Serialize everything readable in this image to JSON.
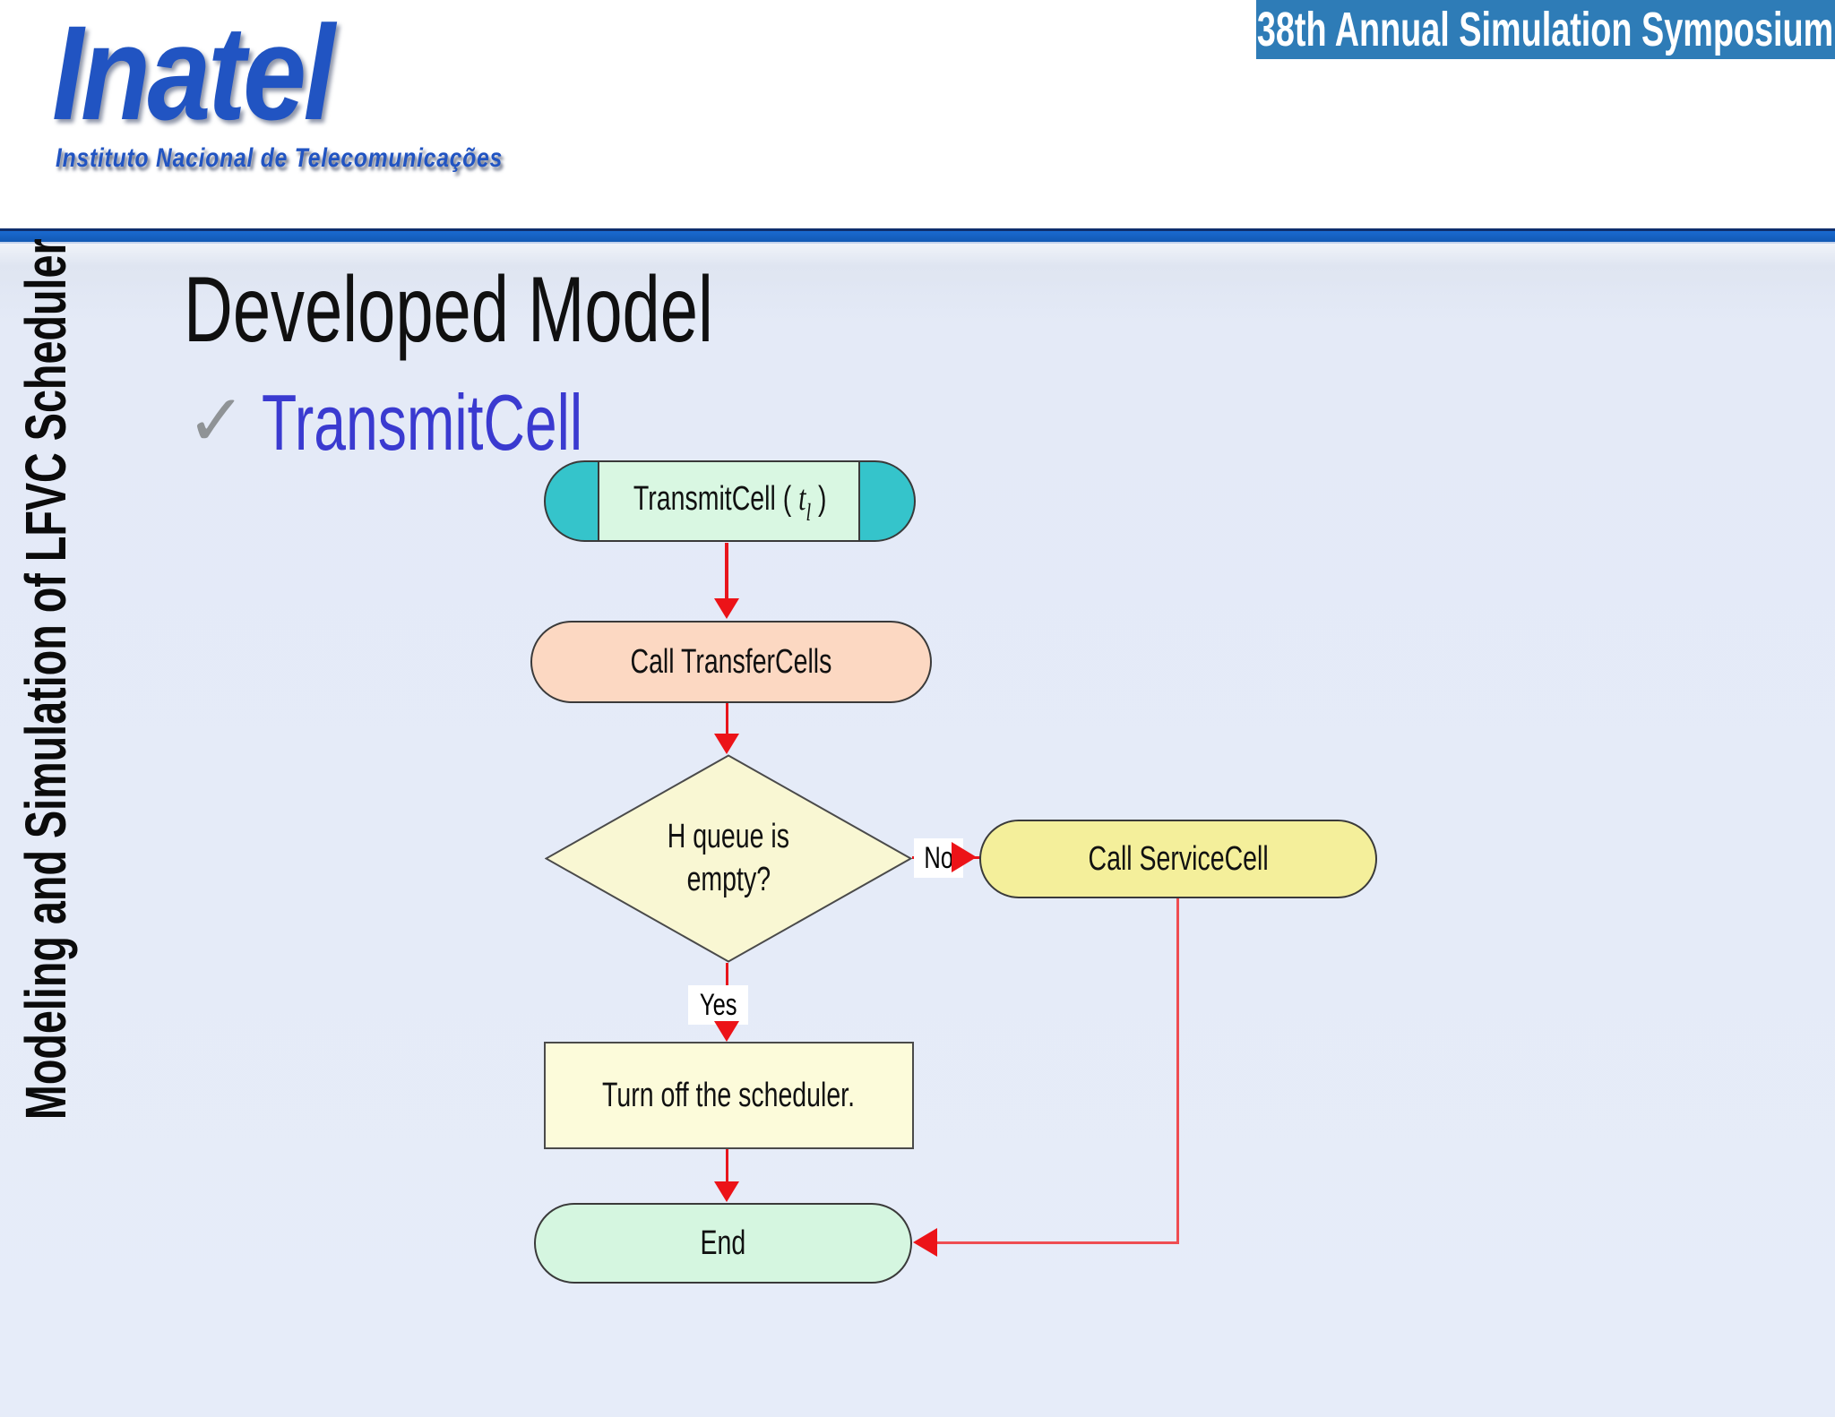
{
  "header": {
    "logo_title": "Inatel",
    "logo_subtitle": "Instituto Nacional de Telecomunicações",
    "banner_text": "38th Annual Simulation Symposium"
  },
  "sidebar": {
    "vertical_text": "Modeling and Simulation of LFVC Scheduler"
  },
  "slide": {
    "title": "Developed Model",
    "bullet_check": "✓",
    "bullet_label": "TransmitCell"
  },
  "flowchart": {
    "start_label_open": "TransmitCell (",
    "start_var": "t",
    "start_var_sub": "l",
    "start_label_close": ")",
    "transfer_label": "Call TransferCells",
    "decision_line1": "H queue is",
    "decision_line2": "empty?",
    "no_label": "No",
    "service_label": "Call ServiceCell",
    "yes_label": "Yes",
    "turnoff_label": "Turn off the scheduler.",
    "end_label": "End"
  },
  "colors": {
    "banner_bg": "#2e7cb7",
    "divider_blue": "#1563c4",
    "logo_blue": "#2154c2",
    "bullet_blue": "#3a3ad0",
    "body_bg": "#e4eaf7",
    "start_cap_teal": "#35c4cb",
    "start_fill": "#d9f7e2",
    "transfer_fill": "#fcd8c2",
    "decision_fill": "#f9f7d3",
    "service_fill": "#f4ef9b",
    "turnoff_fill": "#fcfbda",
    "end_fill": "#d5f6e0",
    "connector_red": "#e8151c"
  }
}
